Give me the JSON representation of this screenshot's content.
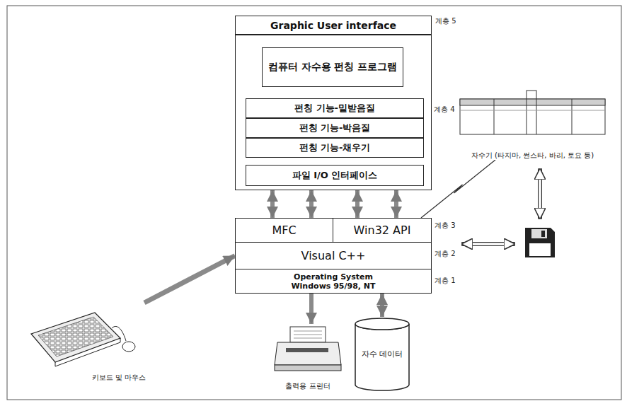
{
  "diagram": {
    "nodes": [
      {
        "text": [
          "Graphic User interface"
        ]
      },
      {
        "text": []
      },
      {
        "text": [
          "컴퓨터 자수용 펀칭 프로그램"
        ],
        "in": 1
      },
      {
        "text": [
          "펀칭 기능-밑받음질"
        ],
        "in": 1
      },
      {
        "text": [
          "펀칭 기능-박음질"
        ],
        "in": 1
      },
      {
        "text": [
          "펀칭 기능-채우기"
        ],
        "in": 1
      },
      {
        "text": [
          "파일 I/O 인터페이스"
        ],
        "in": 1
      },
      {
        "text": [
          "MFC"
        ]
      },
      {
        "text": [
          "Win32 API"
        ]
      },
      {
        "text": [
          "Visual C++"
        ]
      },
      {
        "text": [
          "Operating System Windows 95/98, NT"
        ]
      },
      {
        "text": [
          "자수기 (타지마, 썬스타, 바리, 토요 등)"
        ]
      },
      {
        "text": [
          "키보드 및 마우스"
        ]
      },
      {
        "text": [
          "출력용 프린터"
        ]
      },
      {
        "text": [
          "자수 데이터"
        ]
      }
    ],
    "edges": [
      {
        "from": 1,
        "to": 7,
        "arrow": "both"
      },
      {
        "from": 1,
        "to": 7,
        "arrow": "both"
      },
      {
        "from": 1,
        "to": 8,
        "arrow": "both"
      },
      {
        "from": 1,
        "to": 8,
        "arrow": "both"
      },
      {
        "from": 8,
        "to": 11,
        "arrow": "none"
      },
      {
        "from": 12,
        "to": 9,
        "arrow": "to"
      },
      {
        "from": 10,
        "to": 13,
        "arrow": "to"
      },
      {
        "from": 10,
        "to": 14,
        "arrow": "both"
      }
    ],
    "labels": [
      "계층 5",
      "계층 4",
      "계층 3",
      "계층 2",
      "계층 1"
    ]
  }
}
